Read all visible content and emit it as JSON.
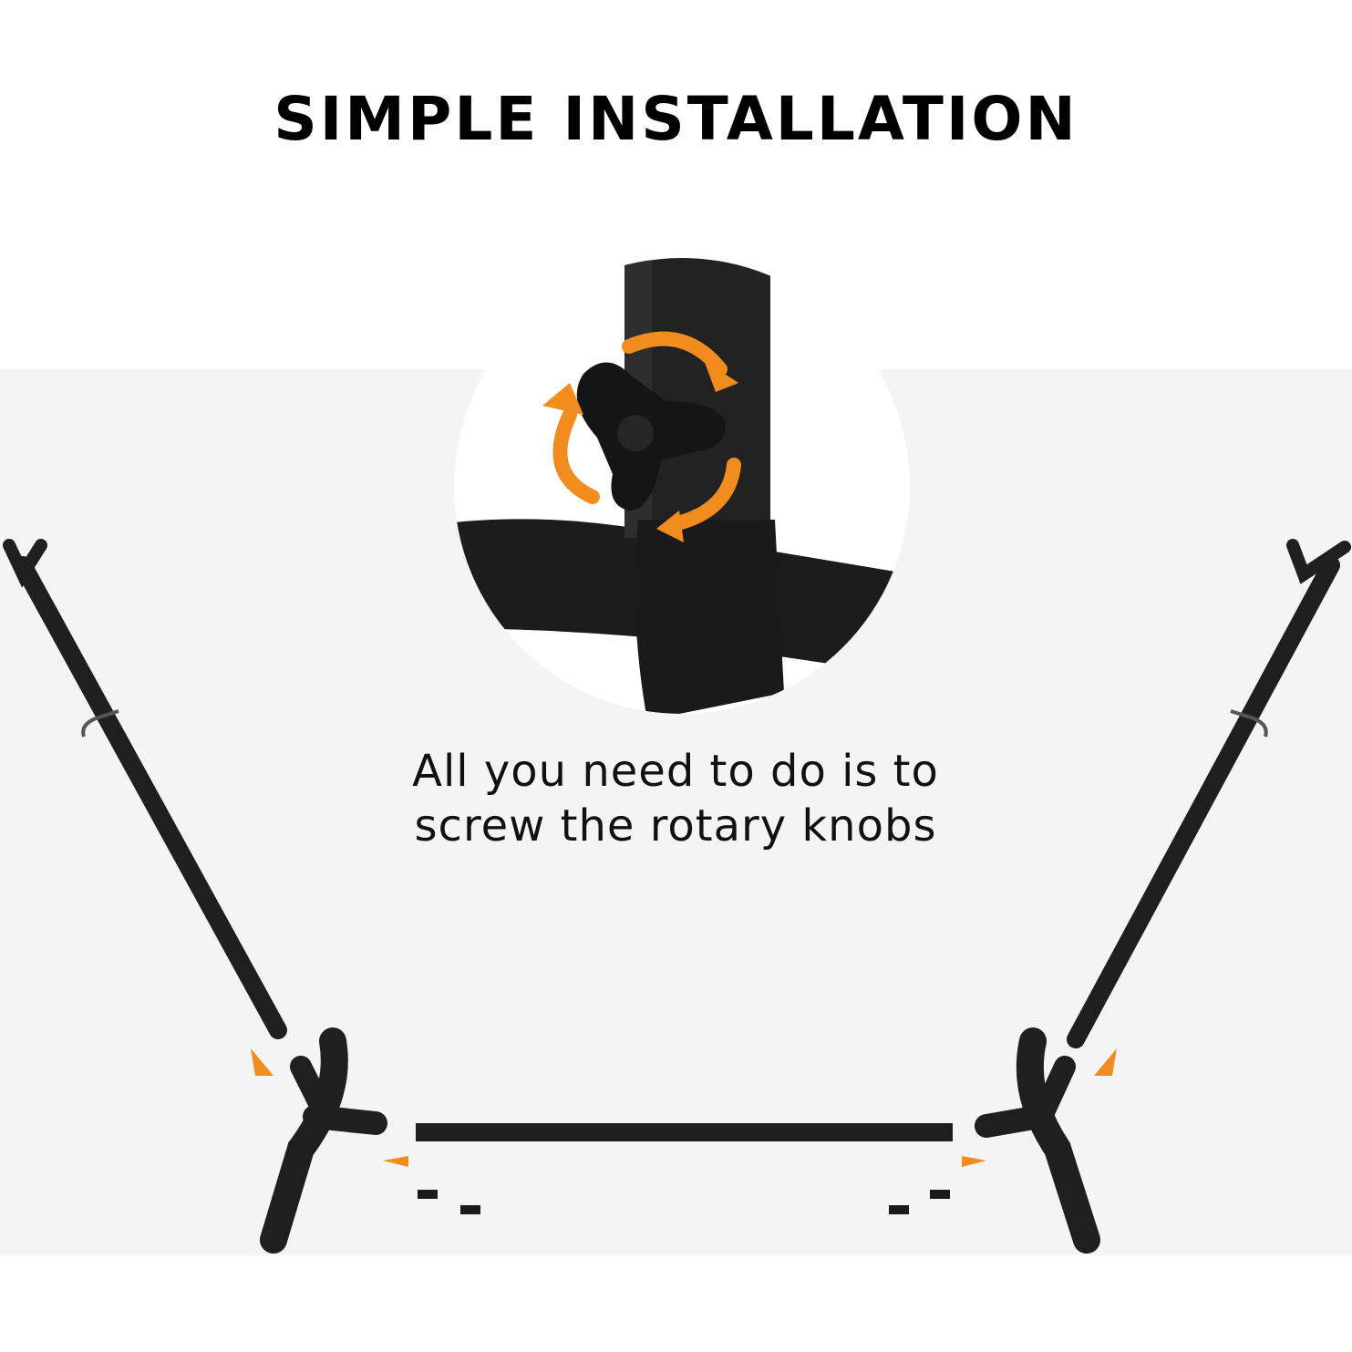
{
  "header": {
    "title": "SIMPLE INSTALLATION"
  },
  "caption": {
    "line1": "All you need to do is to",
    "line2": "screw the rotary knobs"
  },
  "colors": {
    "background": "#ffffff",
    "band": "#f4f4f4",
    "frame": "#1f1f1f",
    "accent_arrow": "#f28c1e",
    "text": "#111111"
  },
  "illustration": {
    "subject": "hammock stand frame parts with rotary knobs",
    "detail_inset": "closeup of rotary knob tightening joint",
    "icons": [
      "rotate-arrow-icon",
      "insert-arrow-icon",
      "rotary-knob-icon"
    ]
  }
}
